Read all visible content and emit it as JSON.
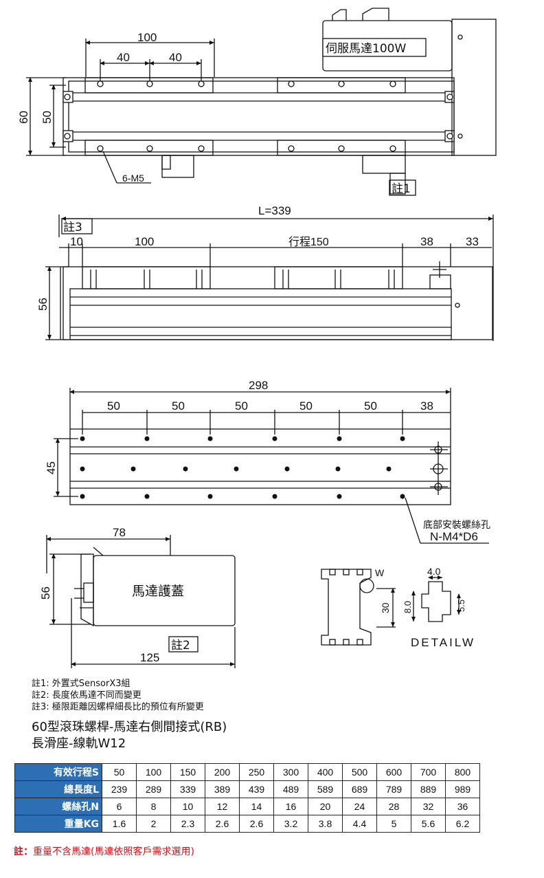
{
  "top_view": {
    "dim_100": "100",
    "dim_40a": "40",
    "dim_40b": "40",
    "dim_60": "60",
    "dim_50": "50",
    "motor_label": "伺服馬達100W",
    "screw_label": "6-M5",
    "note1_tag": "註1"
  },
  "side_view": {
    "length_label": "L=339",
    "note3_tag": "註3",
    "dim_10": "10",
    "dim_100": "100",
    "stroke_label": "行程150",
    "dim_38": "38",
    "dim_33": "33",
    "dim_56": "56"
  },
  "bottom_view": {
    "dim_298": "298",
    "pitch_labels": [
      "50",
      "50",
      "50",
      "50",
      "50",
      "38"
    ],
    "dim_45": "45",
    "hole_label": "底部安裝螺絲孔",
    "hole_spec": "N-M4*D6"
  },
  "cover_view": {
    "dim_78": "78",
    "dim_56": "56",
    "cover_label": "馬達護蓋",
    "dim_125": "125",
    "note2_tag": "註2"
  },
  "detail": {
    "w_label": "W",
    "dim_30": "30",
    "dim_40": "4.0",
    "dim_80": "8.0",
    "dim_55": "5.5",
    "detail_label": "DETAILW"
  },
  "notes": [
    "註1: 外置式SensorX3組",
    "註2: 長度依馬達不同而變更",
    "註3: 極限距離因螺桿細長比的預位有所變更"
  ],
  "title_line1": "60型滾珠螺桿-馬達右側間接式(RB)",
  "title_line2": "長滑座-線軌W12",
  "spec_table": {
    "rows": [
      {
        "header": "有效行程S",
        "values": [
          "50",
          "100",
          "150",
          "200",
          "250",
          "300",
          "400",
          "500",
          "600",
          "700",
          "800"
        ]
      },
      {
        "header": "總長度L",
        "values": [
          "239",
          "289",
          "339",
          "389",
          "439",
          "489",
          "589",
          "689",
          "789",
          "889",
          "989"
        ]
      },
      {
        "header": "螺絲孔N",
        "values": [
          "6",
          "8",
          "10",
          "12",
          "14",
          "16",
          "20",
          "24",
          "28",
          "32",
          "36"
        ]
      },
      {
        "header": "重量KG",
        "values": [
          "1.6",
          "2",
          "2.3",
          "2.6",
          "2.6",
          "3.2",
          "3.8",
          "4.4",
          "5",
          "5.6",
          "6.2"
        ]
      }
    ]
  },
  "footnote": {
    "prefix": "註：",
    "text": "重量不含馬達(馬達依照客戶需求選用)"
  },
  "colors": {
    "header_bg": "#2d6fb4",
    "footnote": "#d0141a"
  }
}
